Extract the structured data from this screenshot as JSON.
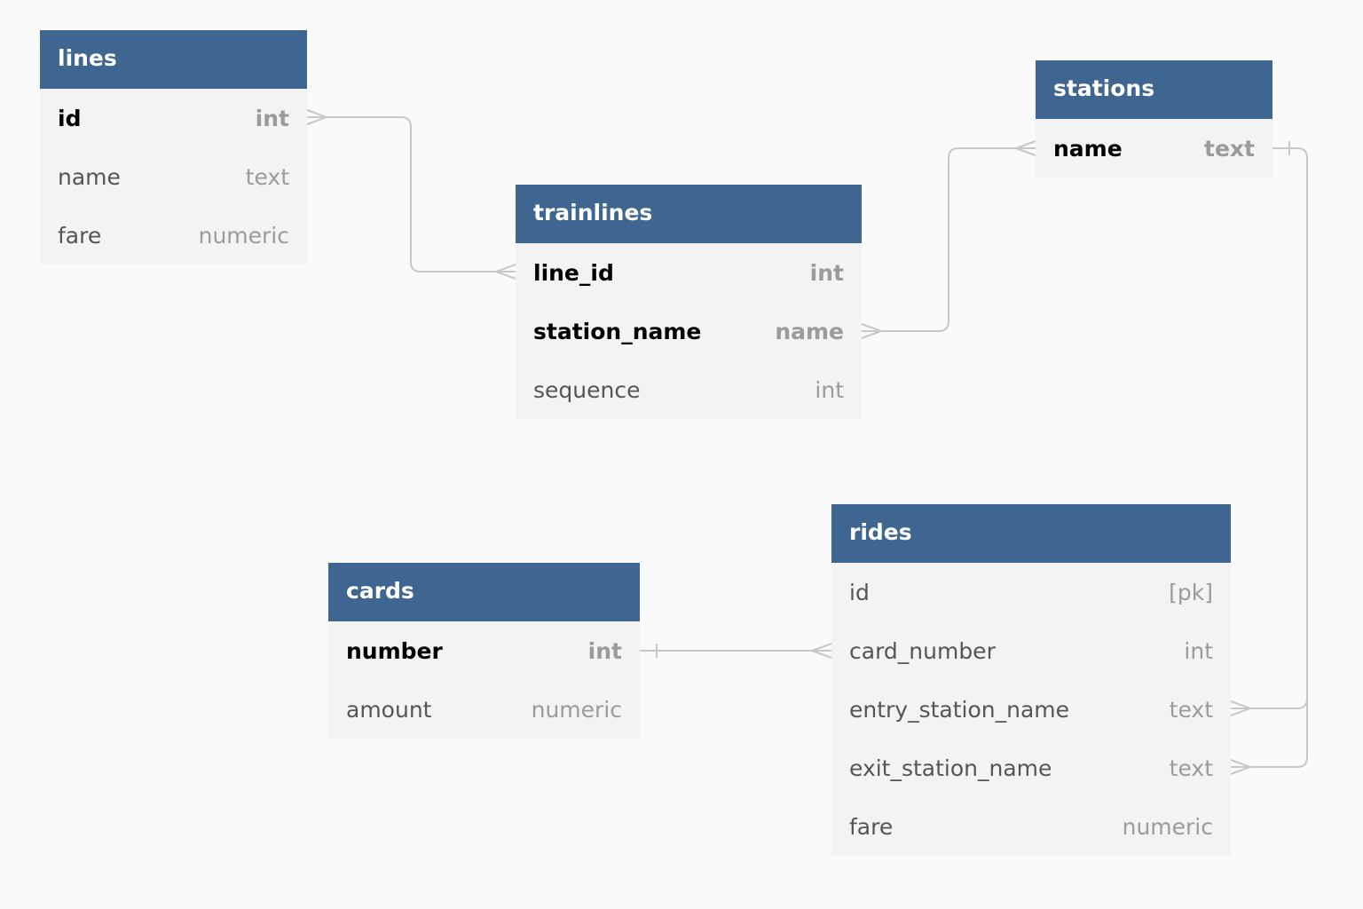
{
  "tables": [
    {
      "key": "lines",
      "title": "lines",
      "columns": [
        {
          "name": "id",
          "type": "int",
          "key": true
        },
        {
          "name": "name",
          "type": "text",
          "key": false
        },
        {
          "name": "fare",
          "type": "numeric",
          "key": false
        }
      ]
    },
    {
      "key": "trainlines",
      "title": "trainlines",
      "columns": [
        {
          "name": "line_id",
          "type": "int",
          "key": true
        },
        {
          "name": "station_name",
          "type": "name",
          "key": true
        },
        {
          "name": "sequence",
          "type": "int",
          "key": false
        }
      ]
    },
    {
      "key": "stations",
      "title": "stations",
      "columns": [
        {
          "name": "name",
          "type": "text",
          "key": true
        }
      ]
    },
    {
      "key": "cards",
      "title": "cards",
      "columns": [
        {
          "name": "number",
          "type": "int",
          "key": true
        },
        {
          "name": "amount",
          "type": "numeric",
          "key": false
        }
      ]
    },
    {
      "key": "rides",
      "title": "rides",
      "columns": [
        {
          "name": "id",
          "type": "[pk]",
          "key": false
        },
        {
          "name": "card_number",
          "type": "int",
          "key": false
        },
        {
          "name": "entry_station_name",
          "type": "text",
          "key": false
        },
        {
          "name": "exit_station_name",
          "type": "text",
          "key": false
        },
        {
          "name": "fare",
          "type": "numeric",
          "key": false
        }
      ]
    }
  ],
  "relationships": [
    {
      "from": "lines.id",
      "to": "trainlines.line_id",
      "from_end": "many",
      "to_end": "many"
    },
    {
      "from": "trainlines.station_name",
      "to": "stations.name",
      "from_end": "many",
      "to_end": "many"
    },
    {
      "from": "cards.number",
      "to": "rides.card_number",
      "from_end": "one",
      "to_end": "many"
    },
    {
      "from": "stations.name",
      "to": "rides.entry_station_name",
      "from_end": "one",
      "to_end": "many"
    },
    {
      "from": "stations.name",
      "to": "rides.exit_station_name",
      "from_end": "one",
      "to_end": "many"
    }
  ],
  "colors": {
    "header": "#3f6690",
    "header_text": "#ffffff",
    "row_bg": "#f3f3f3",
    "connector": "#c8c8c8",
    "key_text": "#000000",
    "field_text": "#555555",
    "type_text": "#9b9b9b"
  }
}
